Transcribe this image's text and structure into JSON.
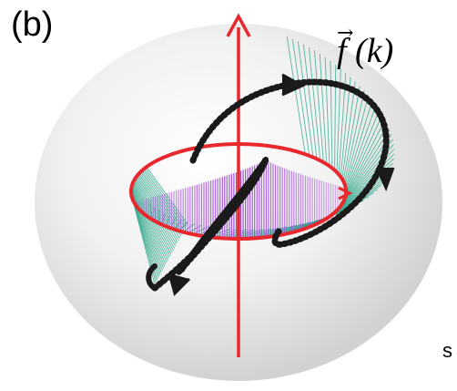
{
  "figure": {
    "panel_label": "(b)",
    "function_label": "f (k)",
    "function_arrow": "→",
    "corner_mark": "s"
  },
  "colors": {
    "background": "#ffffff",
    "sphere_light": "#ffffff",
    "sphere_shadow": "#d4d4d4",
    "axis": "#e8282c",
    "loop": "#e8282c",
    "teal_surface": "#2fa88c",
    "purple_surface": "#9b3fd6",
    "trajectory": "#1a1a1a"
  },
  "icons": {
    "axis_arrow": "arrowhead-icon",
    "trajectory_arrows": "arrowhead-icon"
  }
}
